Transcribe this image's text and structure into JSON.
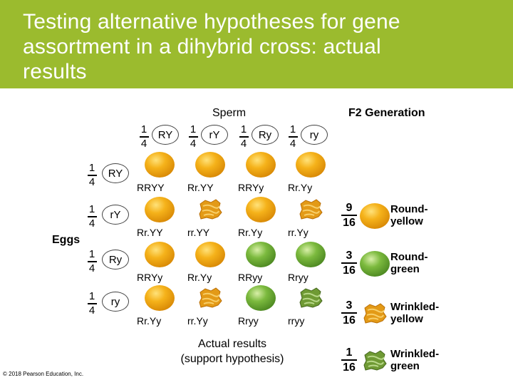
{
  "header": {
    "title": "Testing alternative hypotheses for gene\nassortment in a dihybrid cross: actual\nresults"
  },
  "labels": {
    "sperm": "Sperm",
    "eggs": "Eggs",
    "f2": "F2 Generation",
    "actual": "Actual results\n(support hypothesis)",
    "copyright": "© 2018 Pearson Education, Inc."
  },
  "gamete_fraction": {
    "num": "1",
    "den": "4"
  },
  "sperm_alleles": [
    "RY",
    "rY",
    "Ry",
    "ry"
  ],
  "egg_alleles": [
    "RY",
    "rY",
    "Ry",
    "ry"
  ],
  "grid": [
    [
      {
        "g": "RRYY",
        "seed": "round-yellow"
      },
      {
        "g": "Rr.YY",
        "seed": "round-yellow"
      },
      {
        "g": "RRYy",
        "seed": "round-yellow"
      },
      {
        "g": "Rr.Yy",
        "seed": "round-yellow"
      }
    ],
    [
      {
        "g": "Rr.YY",
        "seed": "round-yellow"
      },
      {
        "g": "rr.YY",
        "seed": "wrinkled-yellow"
      },
      {
        "g": "Rr.Yy",
        "seed": "round-yellow"
      },
      {
        "g": "rr.Yy",
        "seed": "wrinkled-yellow"
      }
    ],
    [
      {
        "g": "RRYy",
        "seed": "round-yellow"
      },
      {
        "g": "Rr.Yy",
        "seed": "round-yellow"
      },
      {
        "g": "RRyy",
        "seed": "round-green"
      },
      {
        "g": "Rryy",
        "seed": "round-green"
      }
    ],
    [
      {
        "g": "Rr.Yy",
        "seed": "round-yellow"
      },
      {
        "g": "rr.Yy",
        "seed": "wrinkled-yellow"
      },
      {
        "g": "Rryy",
        "seed": "round-green"
      },
      {
        "g": "rryy",
        "seed": "wrinkled-green"
      }
    ]
  ],
  "ratios": [
    {
      "num": "9",
      "den": "16",
      "seed": "round-yellow",
      "label": "Round-\nyellow"
    },
    {
      "num": "3",
      "den": "16",
      "seed": "round-green",
      "label": "Round-\ngreen"
    },
    {
      "num": "3",
      "den": "16",
      "seed": "wrinkled-yellow",
      "label": "Wrinkled-\nyellow"
    },
    {
      "num": "1",
      "den": "16",
      "seed": "wrinkled-green",
      "label": "Wrinkled-\ngreen"
    }
  ],
  "colors": {
    "banner": "#9bbb2e",
    "yellow": "#f5b21a",
    "green": "#7cba3e"
  }
}
